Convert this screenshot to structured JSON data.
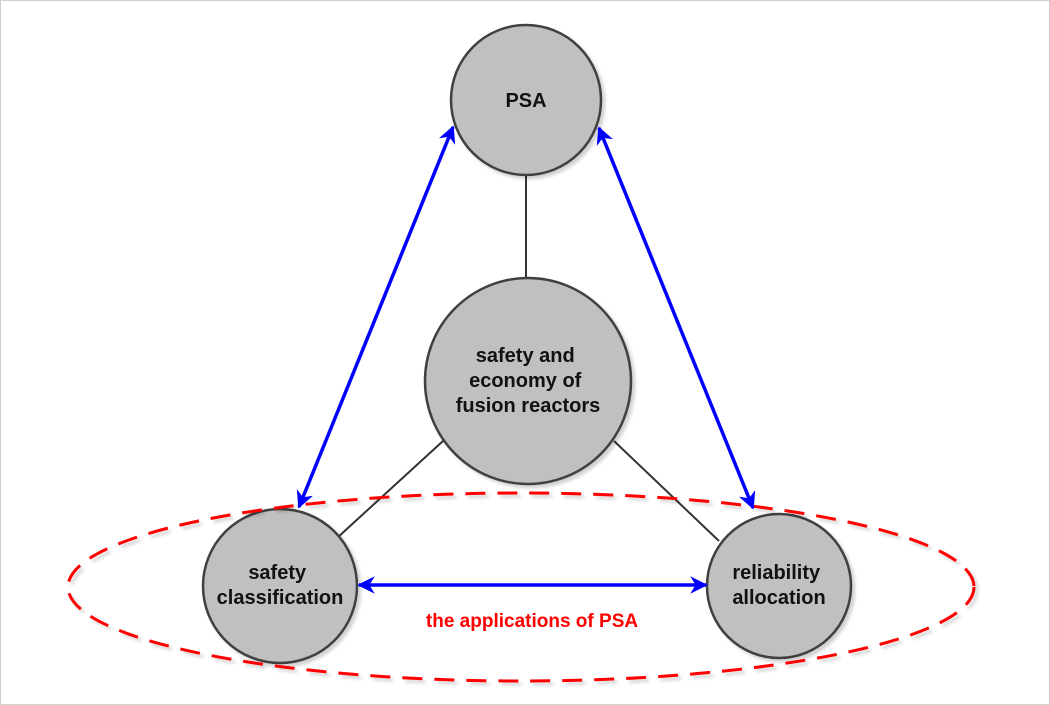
{
  "diagram": {
    "nodes": [
      {
        "id": "psa",
        "lines": [
          "PSA"
        ]
      },
      {
        "id": "center",
        "lines": [
          "safety and",
          "economy of",
          "fusion reactors"
        ]
      },
      {
        "id": "safety",
        "lines": [
          "safety",
          "classification"
        ]
      },
      {
        "id": "reliability",
        "lines": [
          "reliability",
          "allocation"
        ]
      }
    ],
    "edges": [
      {
        "from": "psa",
        "to": "center",
        "type": "line"
      },
      {
        "from": "center",
        "to": "safety",
        "type": "line"
      },
      {
        "from": "center",
        "to": "reliability",
        "type": "line"
      },
      {
        "from": "psa",
        "to": "safety",
        "type": "bidirectional-arrow"
      },
      {
        "from": "psa",
        "to": "reliability",
        "type": "bidirectional-arrow"
      },
      {
        "from": "safety",
        "to": "reliability",
        "type": "bidirectional-arrow"
      }
    ],
    "group": {
      "label": "the applications of PSA",
      "members": [
        "safety",
        "reliability"
      ],
      "style": "dashed-ellipse"
    },
    "colors": {
      "node_fill": "#c0c0c0",
      "node_stroke": "#404040",
      "line": "#333333",
      "arrow": "#0000ff",
      "group": "#ff0000"
    }
  }
}
